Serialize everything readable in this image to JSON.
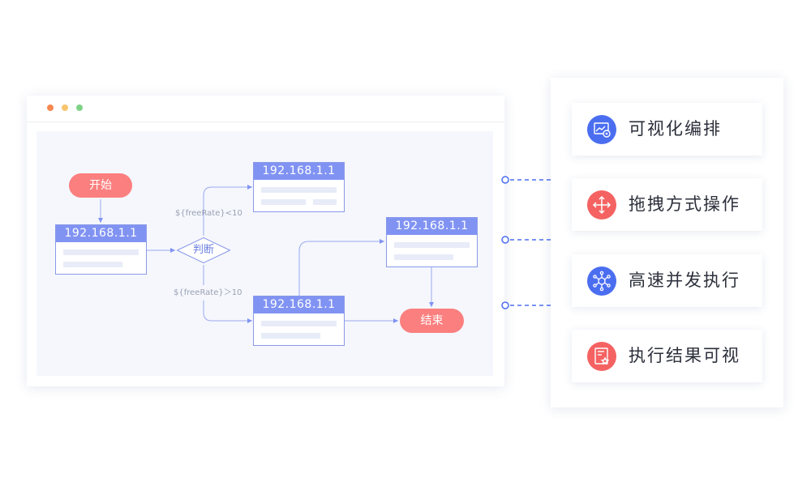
{
  "flow": {
    "start_label": "开始",
    "end_label": "结束",
    "decision_label": "判断",
    "cond_low": "${freeRate}<10",
    "cond_high": "${freeRate}＞10",
    "nodes": [
      {
        "title": "192.168.1.1"
      },
      {
        "title": "192.168.1.1"
      },
      {
        "title": "192.168.1.1"
      },
      {
        "title": "192.168.1.1"
      }
    ]
  },
  "features": [
    {
      "label": "可视化编排",
      "icon": "visual-monitor-icon",
      "color": "#4b6ef0"
    },
    {
      "label": "拖拽方式操作",
      "icon": "move-arrows-icon",
      "color": "#f56262"
    },
    {
      "label": "高速并发执行",
      "icon": "network-hub-icon",
      "color": "#4b6ef0"
    },
    {
      "label": "执行结果可视",
      "icon": "result-document-icon",
      "color": "#f56262"
    }
  ],
  "colors": {
    "accent": "#8193f2",
    "pill": "#fb7f7f",
    "connector": "#4b6ef0"
  }
}
